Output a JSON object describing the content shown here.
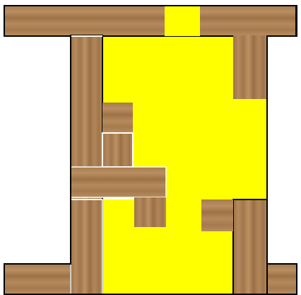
{
  "colors": {
    "background": "#ffffff",
    "wood_light": "#b08659",
    "wood_dark": "#8a6039",
    "grain_dark": "#6b4728",
    "grain_light": "#c49a6c",
    "empty_space": "#ffff00",
    "outline": "#000000",
    "seam": "#ffffff"
  },
  "puzzle": {
    "frame_pieces": [
      "top-bar",
      "bottom-bar",
      "left-wall",
      "right-wall"
    ],
    "blocks": [
      "block-left-tall",
      "block-left-step",
      "block-small-square",
      "block-horizontal",
      "block-left-lower",
      "block-center-lower",
      "block-right-upper",
      "block-right-mid",
      "block-right-lower"
    ],
    "empty_region": "empty-space"
  }
}
